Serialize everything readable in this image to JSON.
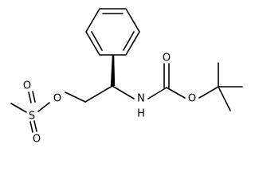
{
  "atoms": {
    "o_ester": "O",
    "s_sulfonyl": "S",
    "o_sulfonyl_top": "O",
    "o_sulfonyl_bottom": "O",
    "n_amine": "N",
    "h_amine": "H",
    "o_carbonyl": "O",
    "o_carbamate": "O"
  },
  "colors": {
    "bond": "#000000",
    "label": "#000000",
    "background": "#ffffff"
  }
}
